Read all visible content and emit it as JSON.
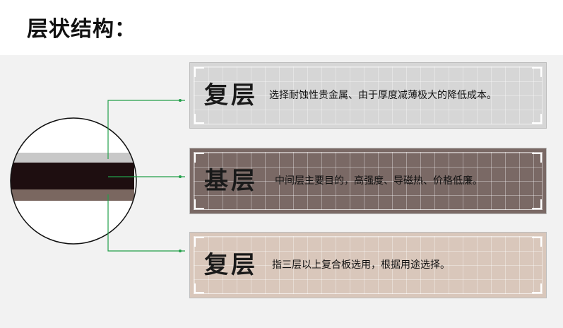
{
  "title": "层状结构：",
  "colors": {
    "connector": "#22a04a",
    "top_layer_box": "#d6d6d6",
    "base_layer_box": "#7a6965",
    "bottom_layer_box": "#d9c7bb",
    "circle_top_band": "#c8c8c8",
    "circle_middle_band": "#1e0e10",
    "circle_bottom_band": "#7a6760"
  },
  "layers": [
    {
      "name": "复层",
      "description": "选择耐蚀性贵金属、由于厚度减薄极大的降低成本。"
    },
    {
      "name": "基层",
      "description": "中间层主要目的，高强度、导磁热、价格低廉。"
    },
    {
      "name": "复层",
      "description": "指三层以上复合板选用，根据用途选择。"
    }
  ]
}
